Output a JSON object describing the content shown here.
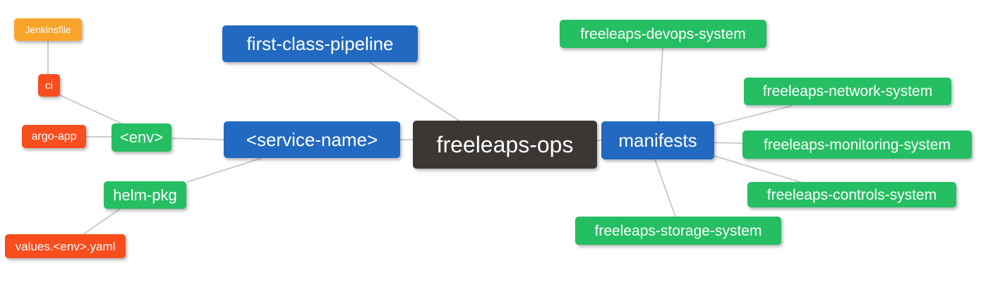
{
  "diagram": {
    "type": "mindmap",
    "background_color": "#ffffff",
    "edge_color": "#cccccc",
    "colors": {
      "root": "#3b3734",
      "branch": "#2169c1",
      "leaf_green": "#25be62",
      "leaf_red": "#f94d1e",
      "leaf_amber": "#f8a42b",
      "text": "#ffffff"
    },
    "nodes": {
      "root": {
        "label": "freeleaps-ops"
      },
      "first_class_pipeline": {
        "label": "first-class-pipeline"
      },
      "service_name": {
        "label": "<service-name>"
      },
      "manifests": {
        "label": "manifests"
      },
      "env": {
        "label": "<env>"
      },
      "helm_pkg": {
        "label": "helm-pkg"
      },
      "ci": {
        "label": "ci"
      },
      "argo_app": {
        "label": "argo-app"
      },
      "jenkinsfile": {
        "label": "Jenkinsfile"
      },
      "values_env_yaml": {
        "label": "values.<env>.yaml"
      },
      "devops_system": {
        "label": "freeleaps-devops-system"
      },
      "network_system": {
        "label": "freeleaps-network-system"
      },
      "monitoring_system": {
        "label": "freeleaps-monitoring-system"
      },
      "controls_system": {
        "label": "freeleaps-controls-system"
      },
      "storage_system": {
        "label": "freeleaps-storage-system"
      }
    },
    "edges": [
      {
        "from": "jenkinsfile",
        "to": "ci"
      },
      {
        "from": "ci",
        "to": "env"
      },
      {
        "from": "argo_app",
        "to": "env"
      },
      {
        "from": "env",
        "to": "service_name"
      },
      {
        "from": "service_name",
        "to": "helm_pkg"
      },
      {
        "from": "helm_pkg",
        "to": "values_env_yaml"
      },
      {
        "from": "first_class_pipeline",
        "to": "root"
      },
      {
        "from": "service_name",
        "to": "root"
      },
      {
        "from": "root",
        "to": "manifests"
      },
      {
        "from": "manifests",
        "to": "devops_system"
      },
      {
        "from": "manifests",
        "to": "network_system"
      },
      {
        "from": "manifests",
        "to": "monitoring_system"
      },
      {
        "from": "manifests",
        "to": "controls_system"
      },
      {
        "from": "manifests",
        "to": "storage_system"
      }
    ]
  }
}
